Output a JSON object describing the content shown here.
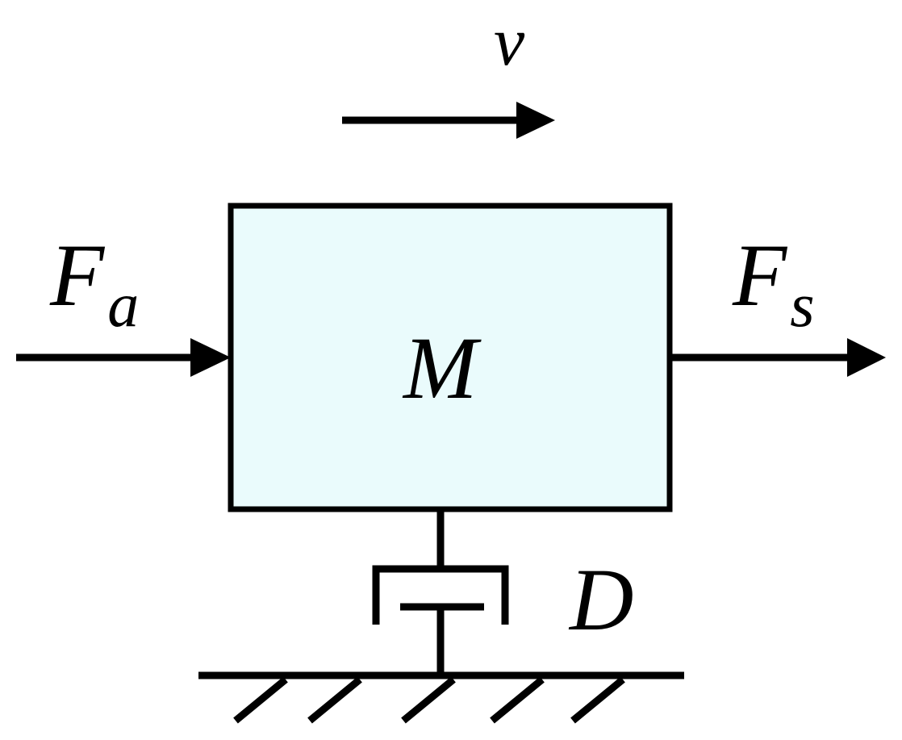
{
  "diagram": {
    "velocity_label": "v",
    "mass_label": "M",
    "damper_label": "D",
    "applied_force": {
      "symbol": "F",
      "subscript": "a"
    },
    "spring_force": {
      "symbol": "F",
      "subscript": "s"
    },
    "colors": {
      "stroke": "#000000",
      "mass_fill": "#eafbfc",
      "background": "#ffffff"
    }
  }
}
